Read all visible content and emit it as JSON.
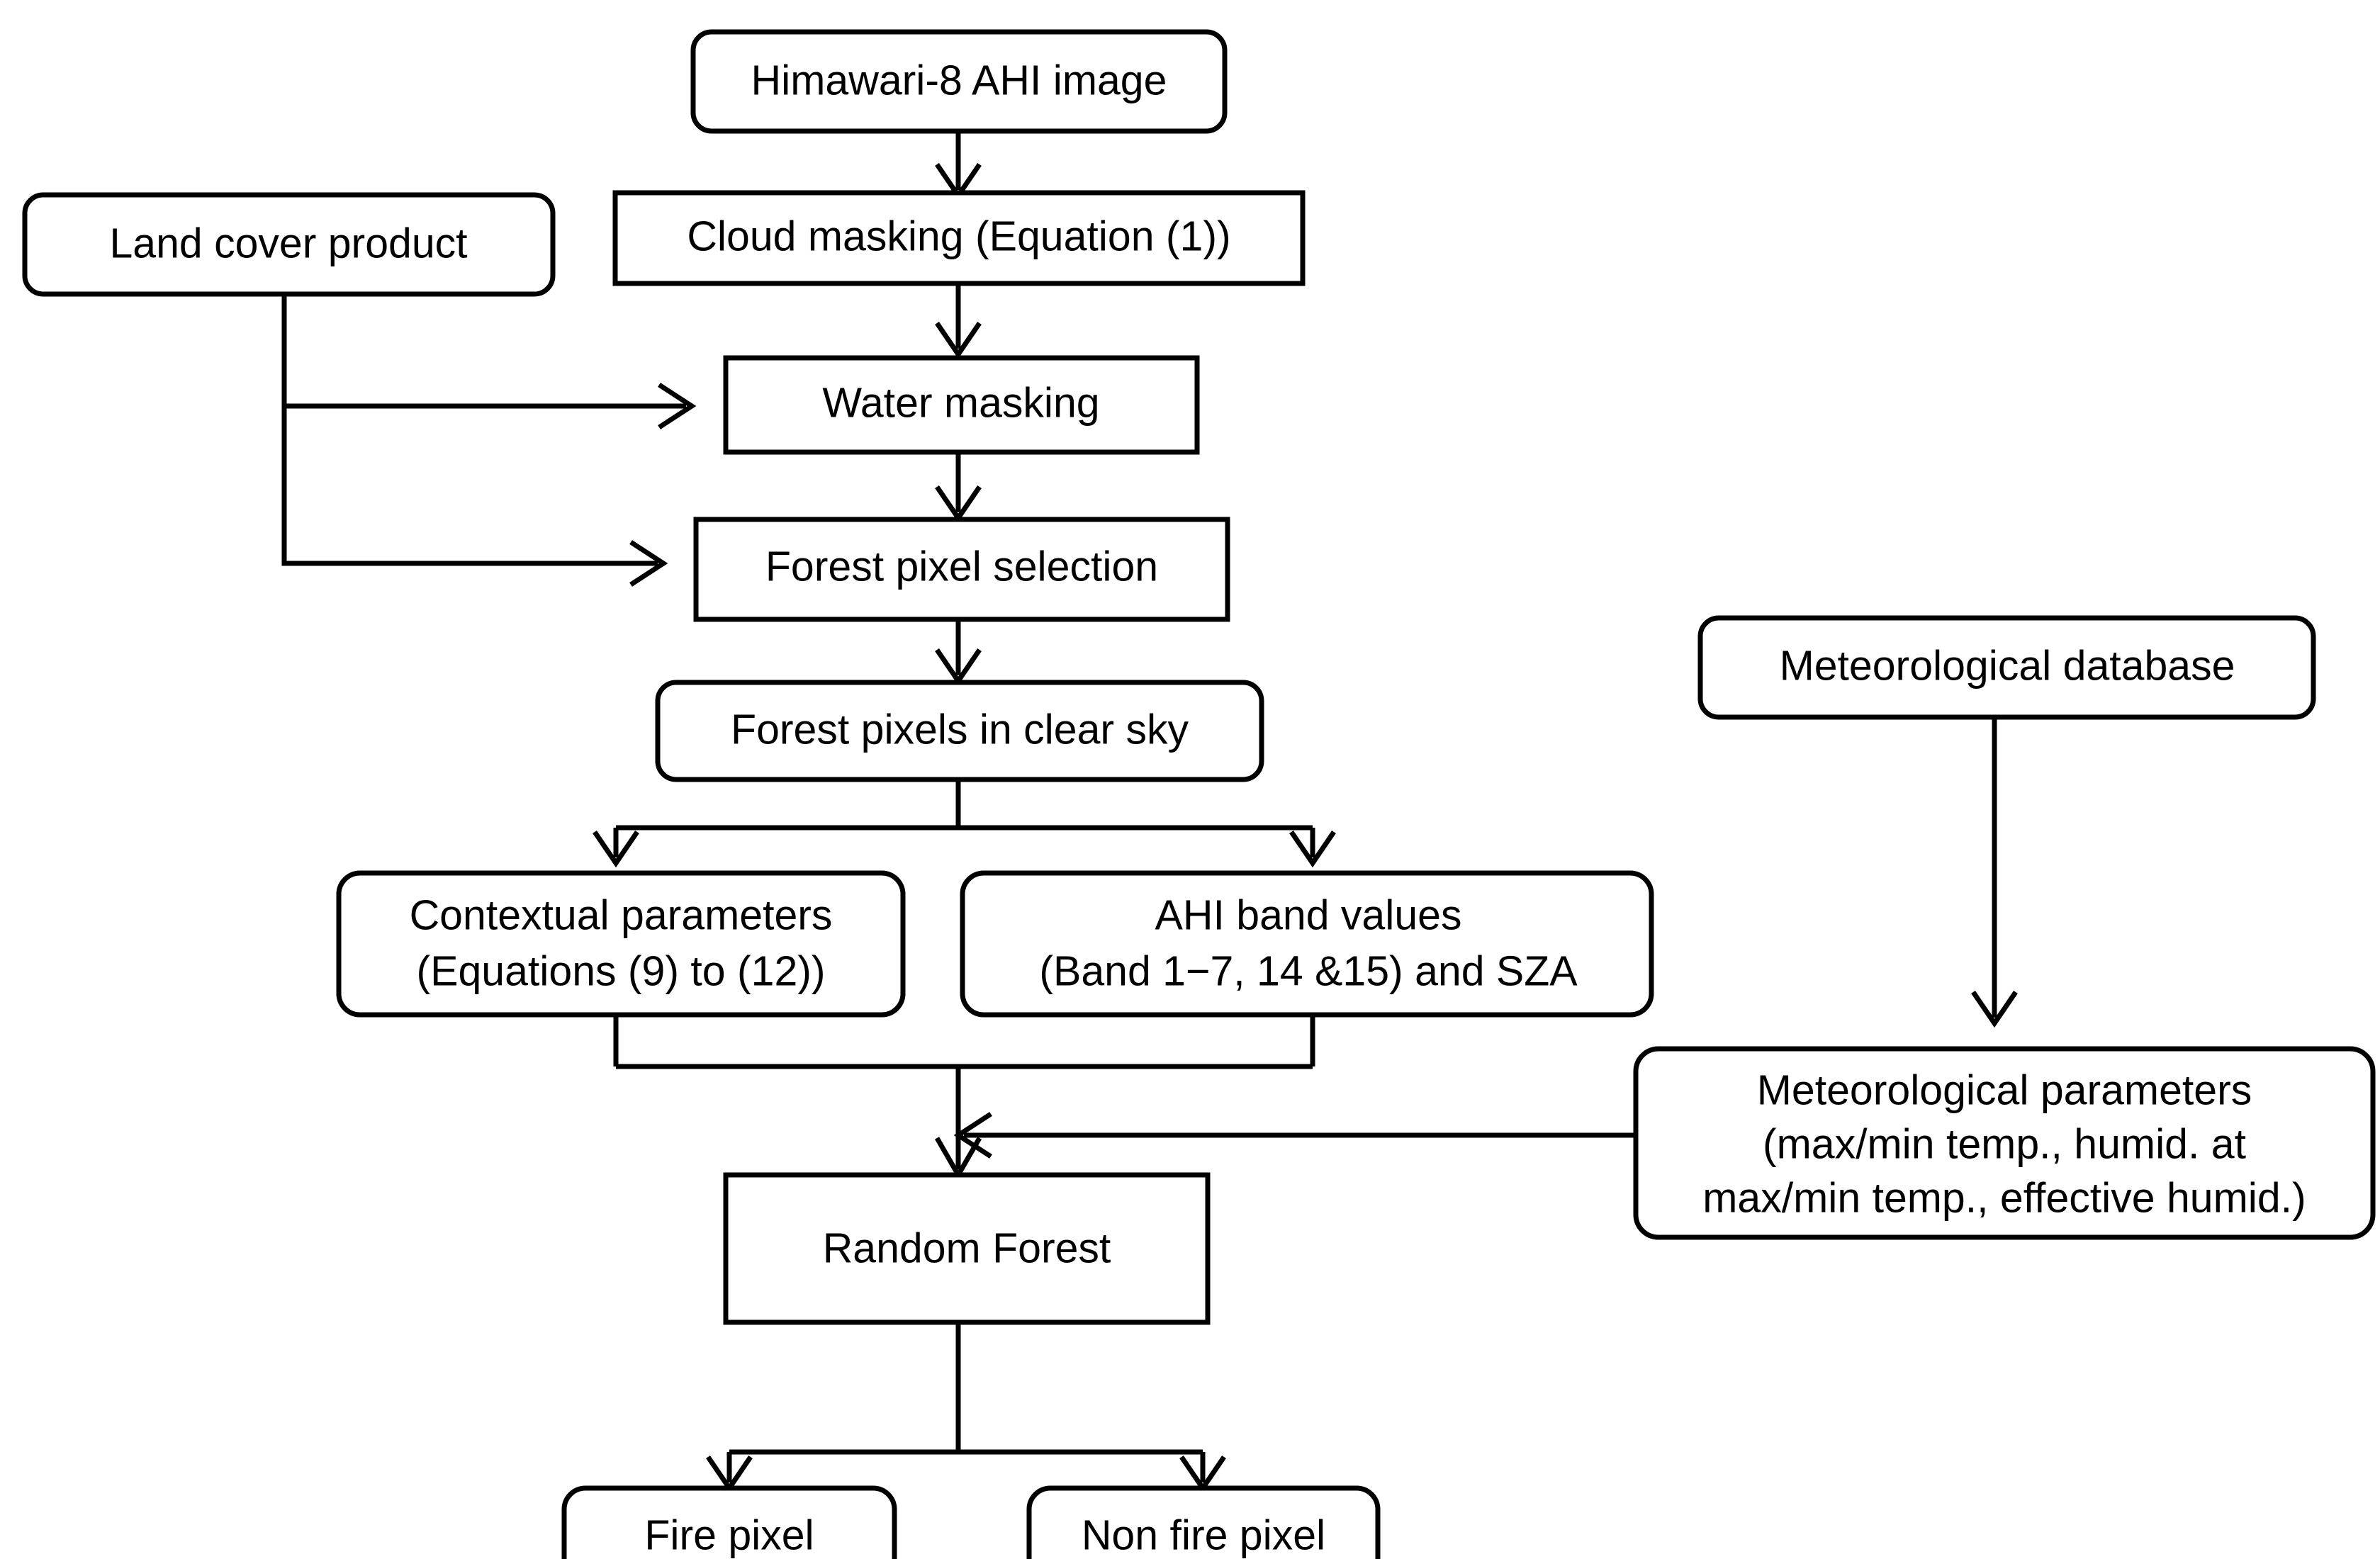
{
  "diagram": {
    "title": "Himawari-8 AHI forest fire detection flowchart",
    "stroke_color": "#000000",
    "fill_color": "#ffffff",
    "background": "#ffffff",
    "nodes": [
      {
        "id": "himawari",
        "shape": "rounded",
        "lines": [
          "Himawari-8 AHI image"
        ]
      },
      {
        "id": "land-cover",
        "shape": "rounded",
        "lines": [
          "Land cover product"
        ]
      },
      {
        "id": "cloud-masking",
        "shape": "rect",
        "lines": [
          "Cloud masking (Equation (1))"
        ]
      },
      {
        "id": "water-masking",
        "shape": "rect",
        "lines": [
          "Water masking"
        ]
      },
      {
        "id": "forest-pixel-selection",
        "shape": "rect",
        "lines": [
          "Forest pixel selection"
        ]
      },
      {
        "id": "forest-pixels-clear-sky",
        "shape": "rounded",
        "lines": [
          "Forest pixels in clear sky"
        ]
      },
      {
        "id": "contextual-parameters",
        "shape": "rounded",
        "lines": [
          "Contextual parameters",
          "(Equations (9) to (12))"
        ]
      },
      {
        "id": "ahi-band-values",
        "shape": "rounded",
        "lines": [
          "AHI band values",
          "(Band 1−7, 14 &15) and SZA"
        ]
      },
      {
        "id": "meteorological-database",
        "shape": "rounded",
        "lines": [
          "Meteorological database"
        ]
      },
      {
        "id": "meteorological-parameters",
        "shape": "rounded",
        "lines": [
          "Meteorological parameters",
          "(max/min temp., humid. at",
          "max/min temp., effective humid.)"
        ]
      },
      {
        "id": "random-forest",
        "shape": "rect",
        "lines": [
          "Random Forest"
        ]
      },
      {
        "id": "fire-pixel",
        "shape": "rounded",
        "lines": [
          "Fire pixel"
        ]
      },
      {
        "id": "non-fire-pixel",
        "shape": "rounded",
        "lines": [
          "Non fire pixel"
        ]
      }
    ],
    "edges": [
      {
        "id": "himawari-to-cloud",
        "from": "himawari",
        "to": "cloud-masking"
      },
      {
        "id": "cloud-to-water",
        "from": "cloud-masking",
        "to": "water-masking"
      },
      {
        "id": "landcover-to-water",
        "from": "land-cover",
        "to": "water-masking"
      },
      {
        "id": "landcover-to-forest-selection",
        "from": "land-cover",
        "to": "forest-pixel-selection"
      },
      {
        "id": "water-to-forest-selection",
        "from": "water-masking",
        "to": "forest-pixel-selection"
      },
      {
        "id": "forest-selection-to-clear-sky",
        "from": "forest-pixel-selection",
        "to": "forest-pixels-clear-sky"
      },
      {
        "id": "clear-sky-to-contextual",
        "from": "forest-pixels-clear-sky",
        "to": "contextual-parameters"
      },
      {
        "id": "clear-sky-to-ahi",
        "from": "forest-pixels-clear-sky",
        "to": "ahi-band-values"
      },
      {
        "id": "contextual-and-ahi-to-random-forest",
        "from": "contextual-parameters",
        "to": "random-forest"
      },
      {
        "id": "met-db-to-met-params",
        "from": "meteorological-database",
        "to": "meteorological-parameters"
      },
      {
        "id": "met-params-to-random-forest",
        "from": "meteorological-parameters",
        "to": "random-forest"
      },
      {
        "id": "random-forest-to-fire",
        "from": "random-forest",
        "to": "fire-pixel"
      },
      {
        "id": "random-forest-to-non-fire",
        "from": "random-forest",
        "to": "non-fire-pixel"
      }
    ]
  }
}
